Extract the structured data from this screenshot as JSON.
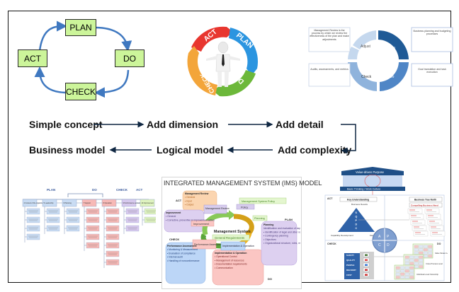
{
  "pdca_simple": {
    "boxes": [
      "PLAN",
      "DO",
      "CHECK",
      "ACT"
    ],
    "box_color": "#ccf59a",
    "arrow_color": "#3f78c0"
  },
  "pdca_dimension": {
    "segments": [
      {
        "label": "ACT",
        "color": "#e8362f"
      },
      {
        "label": "PLAN",
        "color": "#2b95e0"
      },
      {
        "label": "DO",
        "color": "#6cb83a"
      },
      {
        "label": "CHECK",
        "color": "#f3a53a"
      }
    ]
  },
  "pdca_detail": {
    "segments": [
      {
        "label": "Plan",
        "color": "#1f5a96"
      },
      {
        "label": "Do",
        "color": "#4f86c6"
      },
      {
        "label": "Check",
        "color": "#8fb3dc"
      },
      {
        "label": "Adjust",
        "color": "#c5d8ee"
      }
    ],
    "notes": [
      "Management Review is the process by which we review the effectiveness of the plan and make adjustments",
      "Business planning and budgeting processes",
      "Goal translation and task execution",
      "Audits, assessments, and metrics"
    ]
  },
  "flow": {
    "row1": [
      "Simple concept",
      "Add dimension",
      "Add detail"
    ],
    "row2": [
      "Business model",
      "Logical model",
      "Add complexity"
    ],
    "arrow_color": "#0f2742"
  },
  "business_model": {
    "phases": [
      "PLAN",
      "DO",
      "CHECK",
      "ACT"
    ],
    "top_boxes": [
      {
        "label": "4 Context of the organization",
        "color": "#c9dcf3"
      },
      {
        "label": "5 Leadership",
        "color": "#c9dcf3"
      },
      {
        "label": "6 Planning",
        "color": "#c9dcf3"
      },
      {
        "label": "7 Support",
        "color": "#f7b9b6"
      },
      {
        "label": "8 Operation",
        "color": "#f7b9b6"
      },
      {
        "label": "9 Performance evaluation",
        "color": "#d7c9ee"
      },
      {
        "label": "10 Improvement",
        "color": "#dff3bf"
      }
    ]
  },
  "ims_model": {
    "title": "INTEGRATED MANAGEMENT SYSTEM (IMS) MODEL",
    "center_title": "Management System",
    "center_sub": "General Requirements",
    "labels": {
      "act": "ACT",
      "plan": "PLAN",
      "check": "CHECK",
      "do": "DO"
    },
    "tags": {
      "management_review": "Management Review",
      "policy": "Policy",
      "management_system_policy": "Management System Policy",
      "planning": "Planning",
      "improvement": "Improvement",
      "performance_assessment": "Performance Assessment",
      "implementation": "Implementation & Operation"
    },
    "boxes": {
      "review": [
        "Management Review",
        "• General",
        "• Input",
        "• Output"
      ],
      "improvement": [
        "Improvement",
        "• General",
        "• Corrective, preventive & improvement action"
      ],
      "performance": [
        "Performance Assessment",
        "• Monitoring & Measurement",
        "• Evaluation of compliance",
        "• Internal audit",
        "• Handling of nonconformance"
      ],
      "implementation": [
        "Implementation & Operation",
        "• Operational Control",
        "• Management of resources",
        "• Documentation requirements",
        "• Communication"
      ],
      "planning": [
        "Planning",
        "Identification and evaluation of aspects, impact and risks",
        "• Identification of legal and other requirements",
        "• Contingency planning",
        "• Objectives",
        "• Organizational structure, roles, responsibilities and authorities"
      ]
    }
  },
  "complex_model": {
    "header_top": "Value-driven Purpose",
    "header_bottom": "Basic Thinking / Work Culture",
    "quadrants": [
      "ACT",
      "PLAN",
      "CHECK",
      "DO"
    ],
    "key_understanding": "Key Understanding",
    "true_north": "Business True North",
    "compelling_need": "Compelling Business Need",
    "triangle_top": "Business Results",
    "triangle_left": "Capability Development",
    "triangle_right": "Kaizen activity",
    "triangle_letters": [
      "S",
      "Q",
      "P",
      "D",
      "C"
    ],
    "metrics": [
      "SAFETY",
      "QUALITY",
      "PEOPLE",
      "DELIVERY",
      "COST"
    ],
    "circle_letters": [
      "A",
      "P",
      "C",
      "D"
    ],
    "do_levels": [
      "Value Stream Level",
      "Cross Process Level",
      "Individual Level Ownership"
    ]
  }
}
